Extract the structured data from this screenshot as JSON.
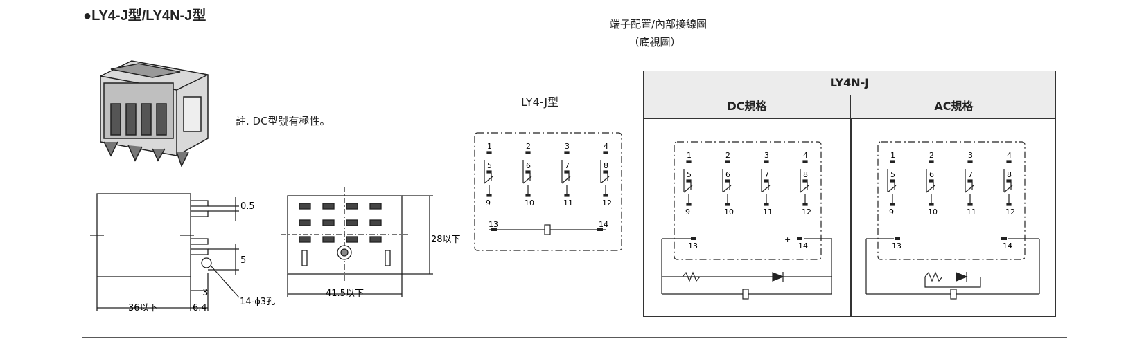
{
  "header": {
    "title": "●LY4-J型/LY4N-J型"
  },
  "note": "註. DC型號有極性。",
  "pin_diagram": {
    "heading": "端子配置/內部接線圖",
    "subheading": "（底視圖）",
    "ly4j_label": "LY4-J型",
    "table": {
      "title": "LY4N-J",
      "dc_label": "DC規格",
      "ac_label": "AC規格"
    }
  },
  "dimensions": {
    "d_05": "0.5",
    "d_5": "5",
    "d_3": "3",
    "d_36": "36以下",
    "d_64": "6.4",
    "d_holes": "14-ϕ3孔",
    "d_415": "41.5以下",
    "d_28": "28以下"
  },
  "pins": {
    "top": [
      "1",
      "2",
      "3",
      "4"
    ],
    "mid": [
      "5",
      "6",
      "7",
      "8"
    ],
    "bot": [
      "9",
      "10",
      "11",
      "12"
    ],
    "coil": [
      "13",
      "14"
    ],
    "polarity_minus": "−",
    "polarity_plus": "+"
  }
}
